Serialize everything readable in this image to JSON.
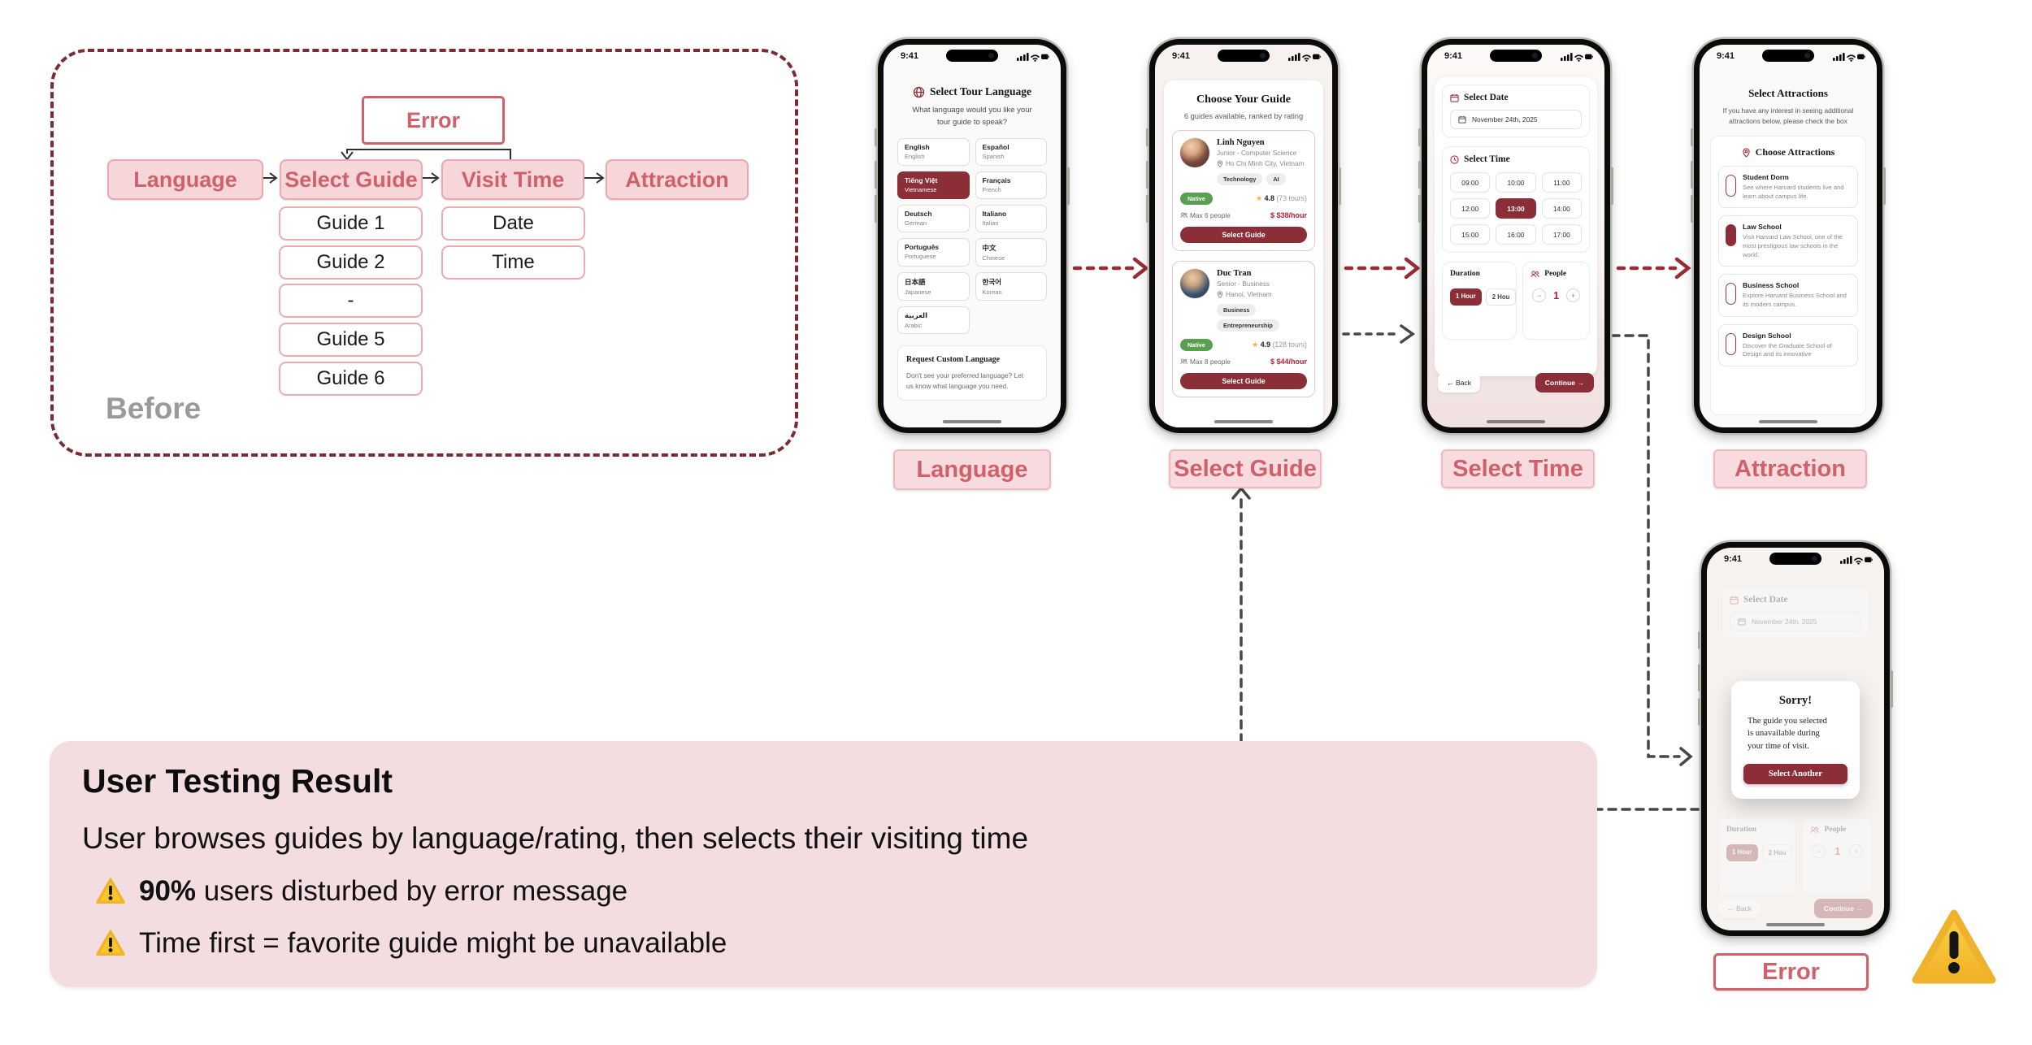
{
  "colors": {
    "maroon": "#8b2e37",
    "flow_red": "#d0606a",
    "flow_pink": "#f6d6d9",
    "arrow_red": "#9b2c35",
    "testing_pink": "#f3dde0",
    "native_green": "#58a050",
    "star_gold": "#eeb33c",
    "price_red": "#b02437",
    "warning_yellow": "#f8c62b"
  },
  "status_time": "9:41",
  "before": {
    "label": "Before",
    "error": "Error",
    "steps": [
      "Language",
      "Select Guide",
      "Visit Time",
      "Attraction"
    ],
    "guide_options": [
      "Guide 1",
      "Guide 2",
      "-",
      "Guide 5",
      "Guide 6"
    ],
    "visit_options": [
      "Date",
      "Time"
    ]
  },
  "flow_labels": {
    "language": "Language",
    "select_guide": "Select Guide",
    "select_time": "Select Time",
    "attraction": "Attraction",
    "error": "Error"
  },
  "language_screen": {
    "title": "Select Tour Language",
    "subtitle_line1": "What language would you like your",
    "subtitle_line2": "tour guide to speak?",
    "selected_language": "Tiếng Việt",
    "languages": [
      {
        "name": "English",
        "sub": "English"
      },
      {
        "name": "Español",
        "sub": "Spanish"
      },
      {
        "name": "Tiếng Việt",
        "sub": "Vietnamese"
      },
      {
        "name": "Français",
        "sub": "French"
      },
      {
        "name": "Deutsch",
        "sub": "German"
      },
      {
        "name": "Italiano",
        "sub": "Italian"
      },
      {
        "name": "Português",
        "sub": "Portuguese"
      },
      {
        "name": "中文",
        "sub": "Chinese"
      },
      {
        "name": "日本語",
        "sub": "Japanese"
      },
      {
        "name": "한국어",
        "sub": "Korean"
      },
      {
        "name": "العربية",
        "sub": "Arabic"
      }
    ],
    "custom_title": "Request Custom Language",
    "custom_line1": "Don't see your preferred language? Let",
    "custom_line2": "us know what language you need."
  },
  "guide_screen": {
    "title": "Choose Your Guide",
    "subtitle": "6 guides available, ranked by rating",
    "guides": [
      {
        "name": "Linh Nguyen",
        "role": "Junior - Computer Science",
        "location": "Ho Chi Minh City, Vietnam",
        "tag1": "Technology",
        "tag2": "AI",
        "badge": "Native",
        "star": "★",
        "rating": "4.8",
        "tours": "(73 tours)",
        "capacity": "Max 6 people",
        "dollar": "$",
        "price": "$38/hour",
        "button": "Select Guide"
      },
      {
        "name": "Duc Tran",
        "role": "Senior - Business",
        "location": "Hanoi, Vietnam",
        "tag1": "Business",
        "tag2": "Entrepreneurship",
        "badge": "Native",
        "star": "★",
        "rating": "4.9",
        "tours": "(128 tours)",
        "capacity": "Max 8 people",
        "dollar": "$",
        "price": "$44/hour",
        "button": "Select Guide"
      }
    ]
  },
  "time_screen": {
    "date_title": "Select Date",
    "date_value": "November 24th, 2025",
    "time_title": "Select Time",
    "slots": [
      "09:00",
      "10:00",
      "11:00",
      "12:00",
      "13:00",
      "14:00",
      "15:00",
      "16:00",
      "17:00"
    ],
    "selected_slot": "13:00",
    "duration_title": "Duration",
    "duration_selected": "1 Hour",
    "duration_alt": "2 Hou",
    "people_title": "People",
    "people_count": "1",
    "minus": "−",
    "plus": "+",
    "back_arrow": "←",
    "back": "Back",
    "continue": "Continue",
    "continue_arrow": "→"
  },
  "attraction_screen": {
    "title": "Select Attractions",
    "subtitle_line1": "If you have any interest in seeing additional",
    "subtitle_line2": "attractions below, please check the box",
    "section_title": "Choose Attractions",
    "checked_item": "Law School",
    "items": [
      {
        "name": "Student Dorm",
        "desc": "See where Harvard students live and learn about campus life."
      },
      {
        "name": "Law School",
        "desc": "Visit Harvard Law School, one of the most prestigious law schools in the world."
      },
      {
        "name": "Business School",
        "desc": "Explore Harvard Business School and its modern campus."
      },
      {
        "name": "Design School",
        "desc": "Discover the Graduate School of Design and its innovative"
      }
    ]
  },
  "error_screen": {
    "modal_title": "Sorry!",
    "modal_line1": "The guide you selected",
    "modal_line2": "is unavailable during",
    "modal_line3": "your time of visit.",
    "modal_button": "Select Another"
  },
  "user_testing": {
    "title": "User Testing Result",
    "description": "User browses guides by language/rating, then selects their visiting time",
    "bullet1_strong": "90%",
    "bullet1_rest": " users disturbed by error message",
    "bullet2": "Time first = favorite guide might be unavailable"
  }
}
